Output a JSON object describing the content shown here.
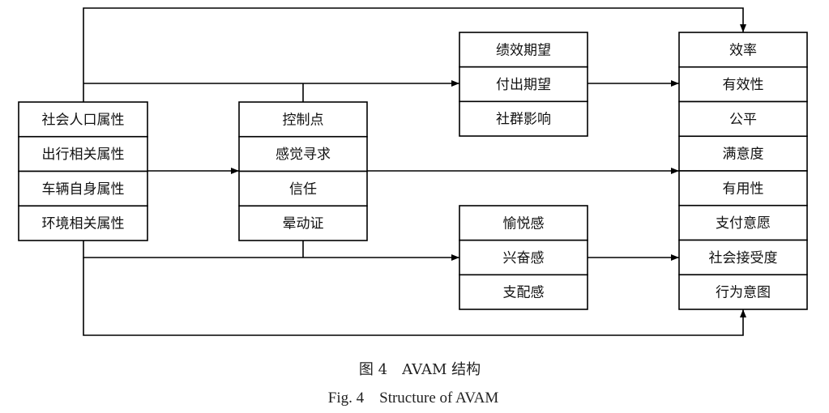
{
  "boxes": {
    "left": [
      "社会人口属性",
      "出行相关属性",
      "车辆自身属性",
      "环境相关属性"
    ],
    "middle": [
      "控制点",
      "感觉寻求",
      "信任",
      "晕动证"
    ],
    "top": [
      "绩效期望",
      "付出期望",
      "社群影响"
    ],
    "bottom": [
      "愉悦感",
      "兴奋感",
      "支配感"
    ],
    "right": [
      "效率",
      "有效性",
      "公平",
      "满意度",
      "有用性",
      "支付意愿",
      "社会接受度",
      "行为意图"
    ]
  },
  "caption": {
    "zh": "图 4　AVAM 结构",
    "en": "Fig. 4　Structure of AVAM"
  },
  "colors": {
    "line": "#000000",
    "text": "#111111"
  }
}
